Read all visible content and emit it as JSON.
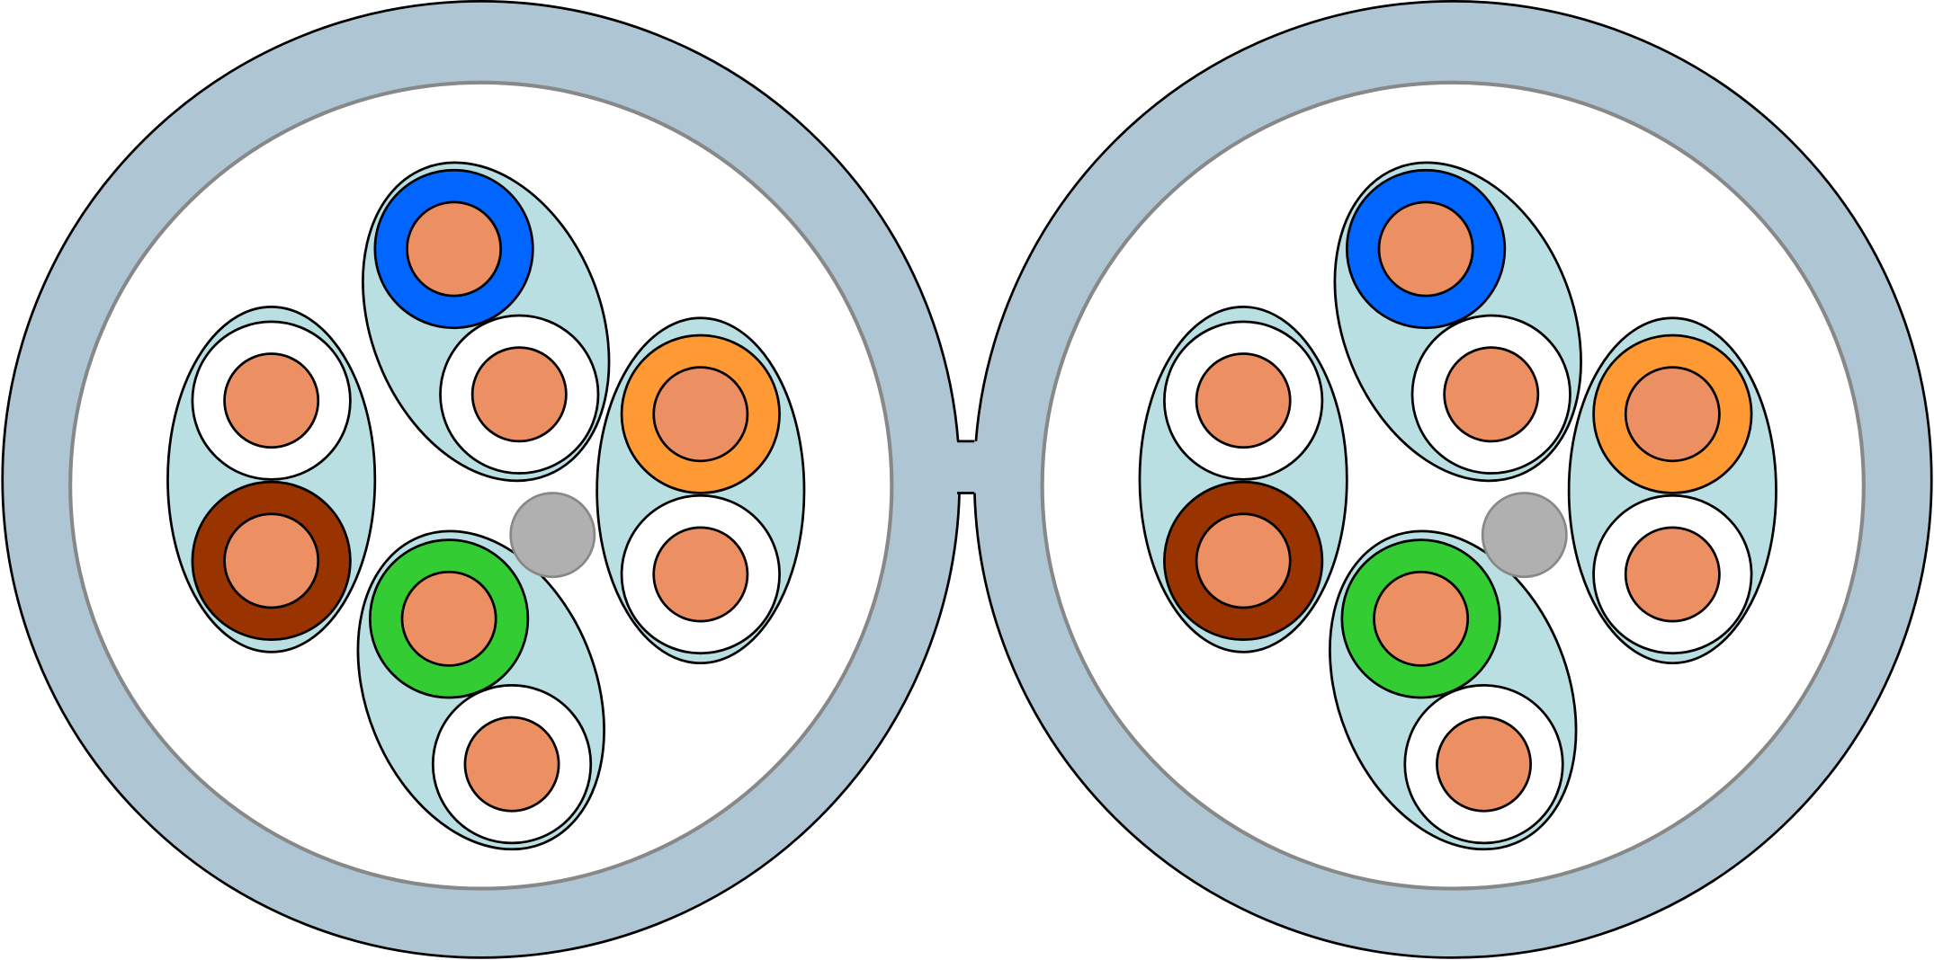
{
  "colors": {
    "jacket": "#aec6d4",
    "jacket_stroke": "#000000",
    "jacket_inner_stroke": "#888888",
    "interior": "#ffffff",
    "pair_wrap": "#b9dfe2",
    "conductor": "#ec9063",
    "filler": "#b0b0b0",
    "insulation_blue": "#0066ff",
    "insulation_orange": "#ff9933",
    "insulation_green": "#33cc33",
    "insulation_brown": "#993300",
    "insulation_white": "#ffffff"
  },
  "cables": [
    {
      "name": "cable-left",
      "pairs": [
        {
          "name": "pair-blue",
          "wires": [
            "insulation_blue",
            "insulation_white"
          ]
        },
        {
          "name": "pair-brown",
          "wires": [
            "insulation_white",
            "insulation_brown"
          ]
        },
        {
          "name": "pair-orange",
          "wires": [
            "insulation_orange",
            "insulation_white"
          ]
        },
        {
          "name": "pair-green",
          "wires": [
            "insulation_green",
            "insulation_white"
          ]
        }
      ]
    },
    {
      "name": "cable-right",
      "pairs": [
        {
          "name": "pair-blue",
          "wires": [
            "insulation_blue",
            "insulation_white"
          ]
        },
        {
          "name": "pair-brown",
          "wires": [
            "insulation_white",
            "insulation_brown"
          ]
        },
        {
          "name": "pair-orange",
          "wires": [
            "insulation_orange",
            "insulation_white"
          ]
        },
        {
          "name": "pair-green",
          "wires": [
            "insulation_green",
            "insulation_white"
          ]
        }
      ]
    }
  ]
}
